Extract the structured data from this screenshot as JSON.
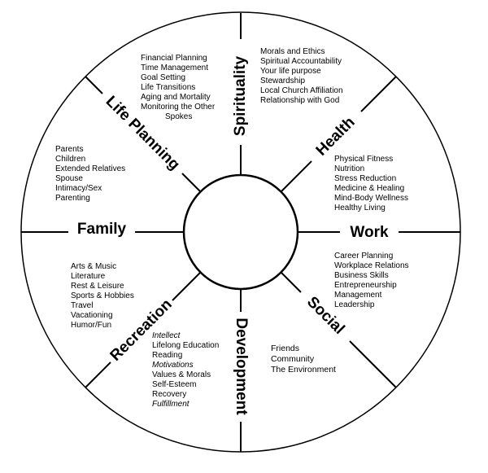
{
  "spokes": {
    "spirituality": "Spirituality",
    "health": "Health",
    "work": "Work",
    "social": "Social",
    "development": "Development",
    "recreation": "Recreation",
    "family": "Family",
    "life_planning": "Life Planning"
  },
  "lists": {
    "life_planning": [
      "Financial Planning",
      "Time Management",
      "Goal Setting",
      "Life Transitions",
      "Aging and Mortality",
      "Monitoring the Other",
      "Spokes"
    ],
    "spirituality": [
      "Morals and Ethics",
      "Spiritual Accountability",
      "Your life purpose",
      "Stewardship",
      "Local Church Affiliation",
      "Relationship with God"
    ],
    "family": [
      "Parents",
      "Children",
      "Extended Relatives",
      "Spouse",
      "Intimacy/Sex",
      "Parenting"
    ],
    "health": [
      "Physical Fitness",
      "Nutrition",
      "Stress Reduction",
      "Medicine & Healing",
      "Mind-Body Wellness",
      "Healthy Living"
    ],
    "recreation": [
      "Arts & Music",
      "Literature",
      "Rest & Leisure",
      "Sports & Hobbies",
      "Travel",
      "Vacationing",
      "Humor/Fun"
    ],
    "work": [
      "Career Planning",
      "Workplace Relations",
      "Business Skills",
      "Entrepreneurship",
      "Management",
      "Leadership"
    ],
    "development": [
      "Intellect",
      "Lifelong Education",
      "Reading",
      "Motivations",
      "Values & Morals",
      "Self-Esteem",
      "Recovery",
      "Fulfillment"
    ],
    "social": [
      "Friends",
      "Community",
      "The Environment"
    ]
  },
  "colors": {
    "line": "#000000",
    "background": "#ffffff"
  }
}
